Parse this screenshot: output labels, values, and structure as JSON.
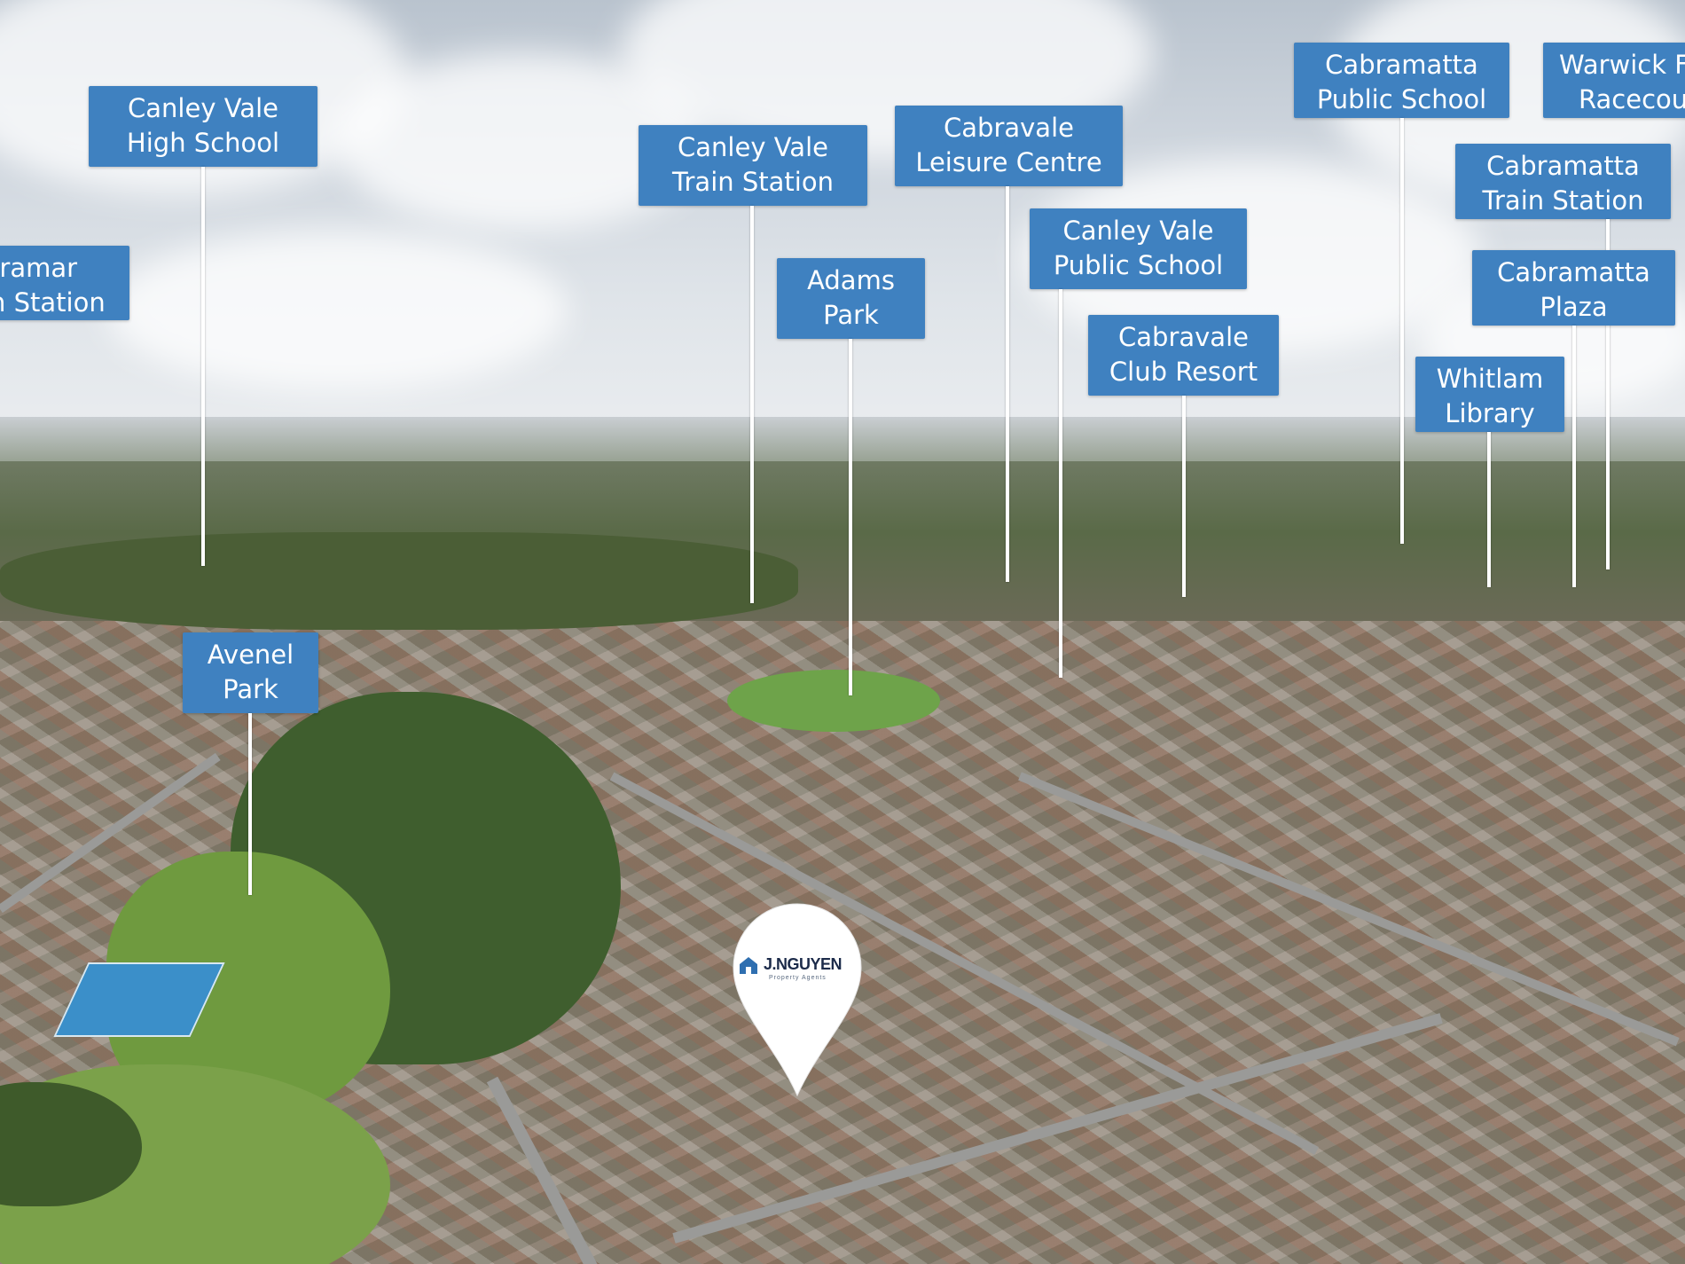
{
  "callouts": [
    {
      "id": "parramatta-station",
      "lines": [
        "rramar",
        "n Station"
      ]
    },
    {
      "id": "canley-vale-high-school",
      "lines": [
        "Canley Vale",
        "High School"
      ]
    },
    {
      "id": "avenel-park",
      "lines": [
        "Avenel",
        "Park"
      ]
    },
    {
      "id": "canley-vale-train-station",
      "lines": [
        "Canley Vale",
        "Train Station"
      ]
    },
    {
      "id": "adams-park",
      "lines": [
        "Adams",
        "Park"
      ]
    },
    {
      "id": "cabravale-leisure-centre",
      "lines": [
        "Cabravale",
        "Leisure Centre"
      ]
    },
    {
      "id": "canley-vale-public-school",
      "lines": [
        "Canley Vale",
        "Public School"
      ]
    },
    {
      "id": "cabravale-club-resort",
      "lines": [
        "Cabravale",
        "Club Resort"
      ]
    },
    {
      "id": "cabramatta-public-school",
      "lines": [
        "Cabramatta",
        "Public School"
      ]
    },
    {
      "id": "whitlam-library",
      "lines": [
        "Whitlam",
        "Library"
      ]
    },
    {
      "id": "cabramatta-train-station",
      "lines": [
        "Cabramatta",
        "Train Station"
      ]
    },
    {
      "id": "cabramatta-plaza",
      "lines": [
        "Cabramatta",
        "Plaza"
      ]
    },
    {
      "id": "warwick-farm-racecourse",
      "lines": [
        "Warwick F",
        "Racecou"
      ]
    }
  ],
  "pin": {
    "brand": "J.NGUYEN",
    "tagline": "Property Agents",
    "logo_icon": "house-icon",
    "colors": {
      "pin": "#ffffff",
      "brand": "#1c2b4a",
      "logo": "#2f6fb0"
    }
  },
  "colors": {
    "callout_bg": "#3f81c0",
    "callout_text": "#ffffff",
    "leader_line": "#ffffff"
  }
}
